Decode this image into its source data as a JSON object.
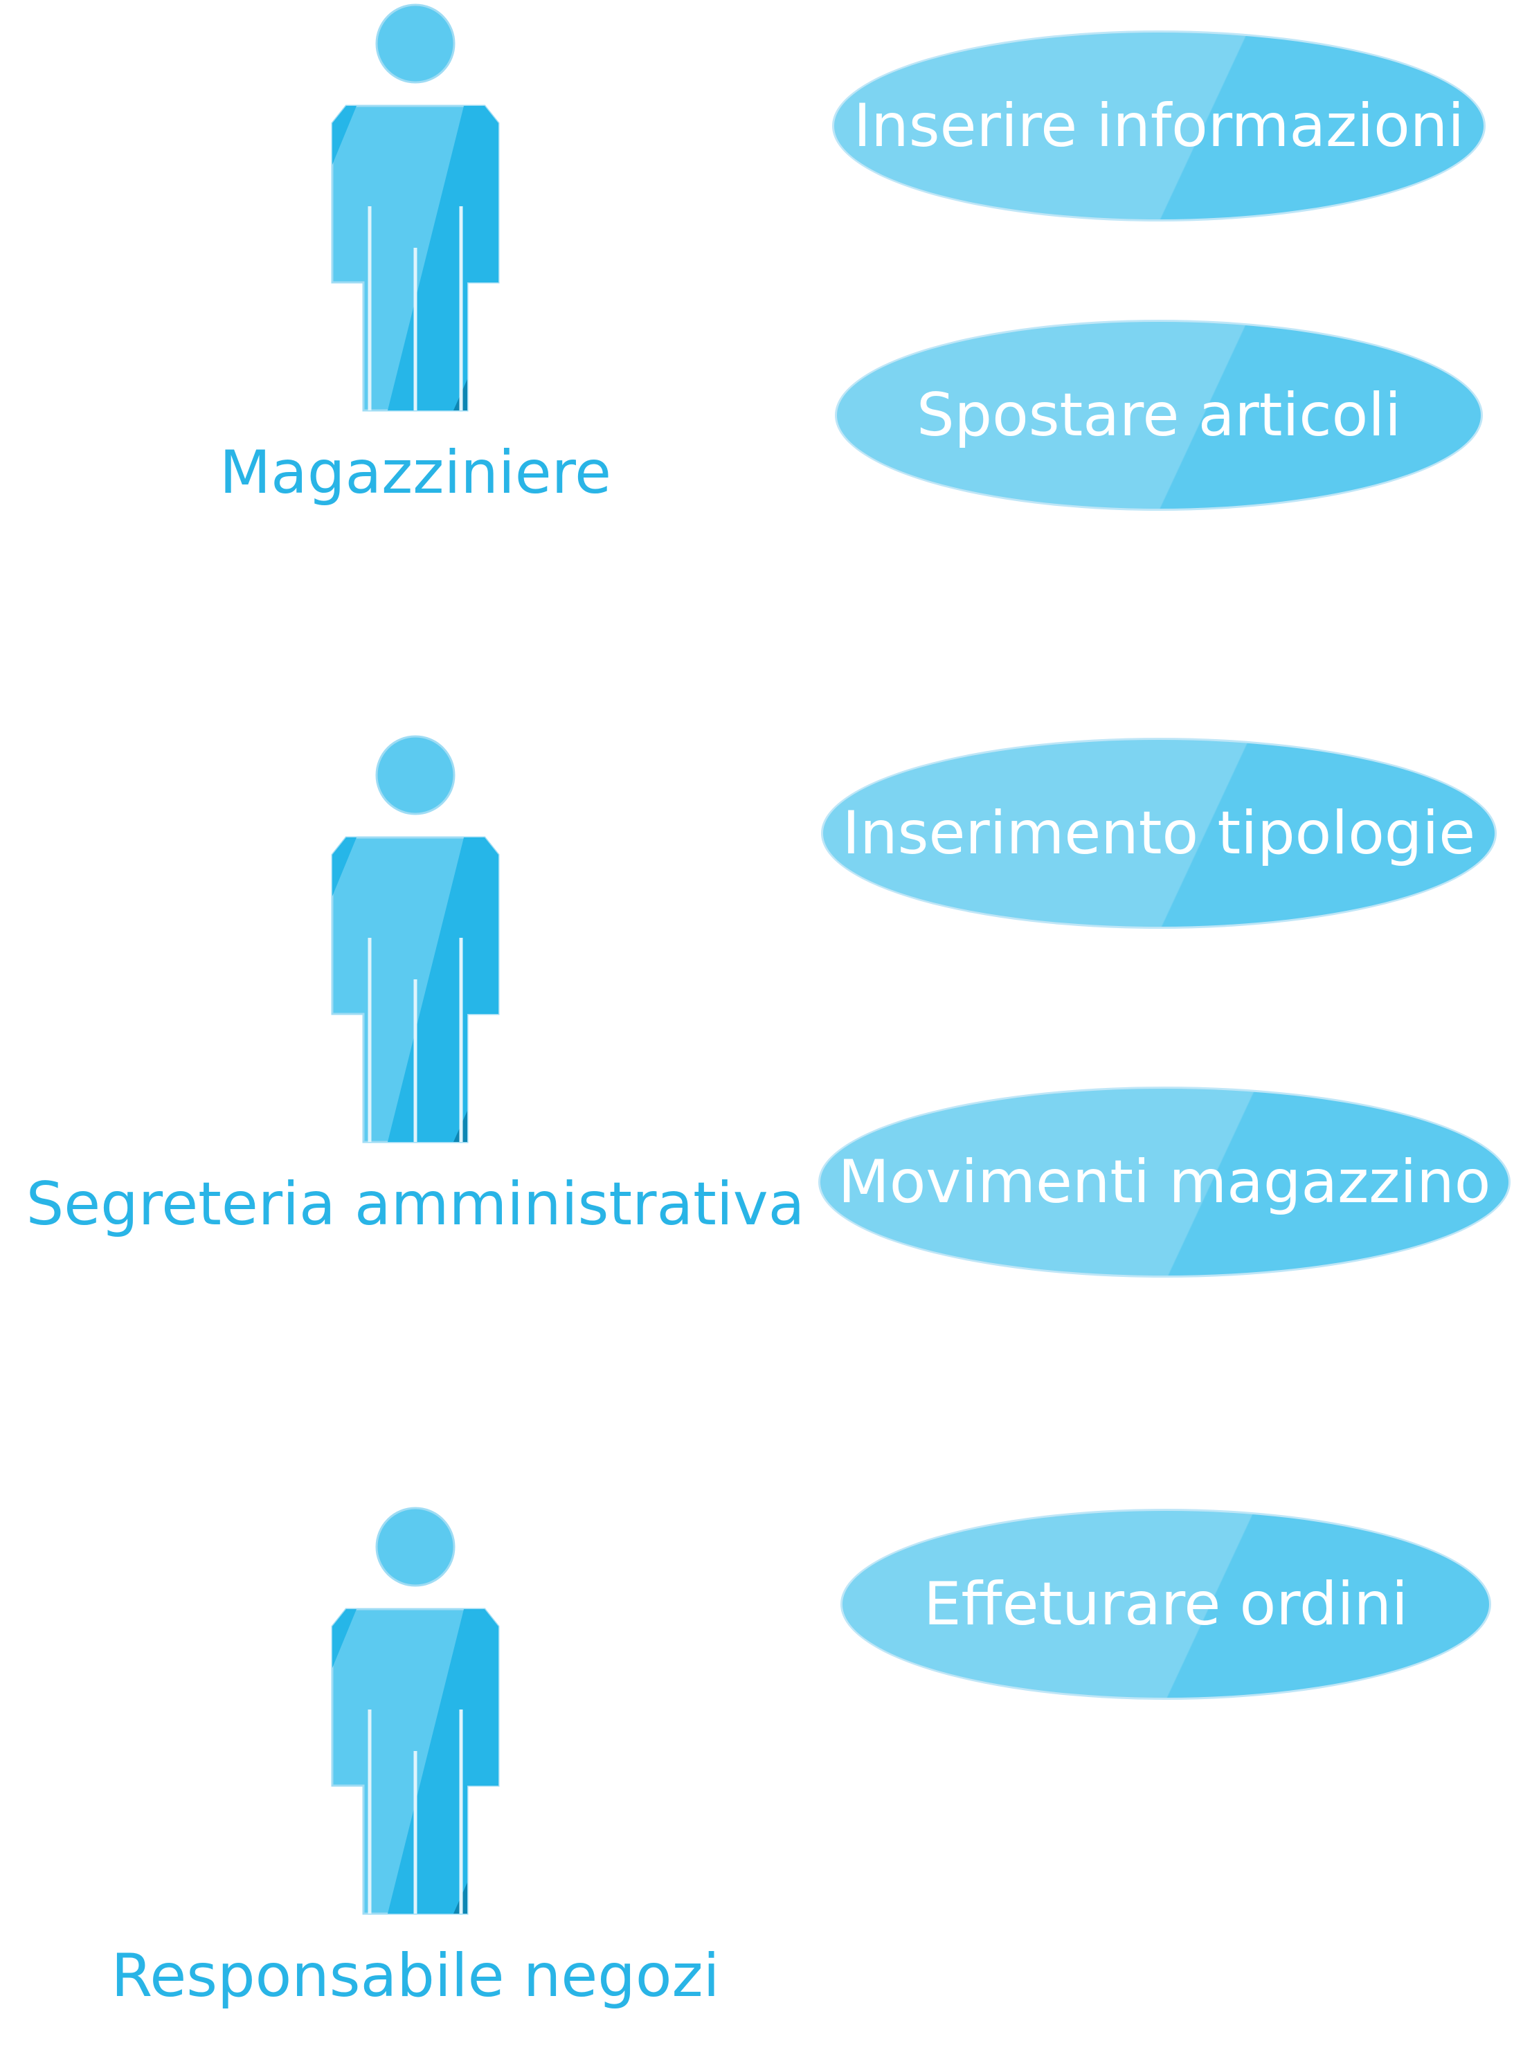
{
  "colors": {
    "actor_light": "#5ccaf0",
    "actor_dark": "#26b6e8",
    "actor_label": "#29b4e6",
    "usecase_light": "#7dd4f2",
    "usecase_dark": "#5ccaf0",
    "usecase_text": "#ffffff"
  },
  "actors": [
    {
      "label": "Magazziniere"
    },
    {
      "label": "Segreteria amministrativa"
    },
    {
      "label": "Responsabile negozi"
    }
  ],
  "use_cases": [
    {
      "label": "Inserire informazioni"
    },
    {
      "label": "Spostare articoli"
    },
    {
      "label": "Inserimento tipologie"
    },
    {
      "label": "Movimenti magazzino"
    },
    {
      "label": "Effeturare ordini"
    }
  ]
}
